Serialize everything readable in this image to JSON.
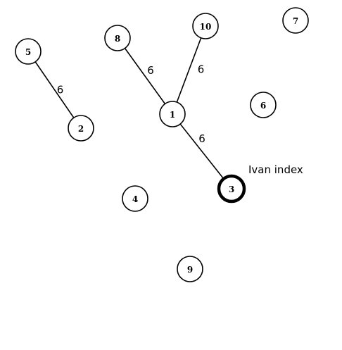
{
  "graph": {
    "nodes": [
      {
        "id": "1",
        "label": "1"
      },
      {
        "id": "2",
        "label": "2"
      },
      {
        "id": "3",
        "label": "3",
        "highlighted": true
      },
      {
        "id": "4",
        "label": "4"
      },
      {
        "id": "5",
        "label": "5"
      },
      {
        "id": "6",
        "label": "6"
      },
      {
        "id": "7",
        "label": "7"
      },
      {
        "id": "8",
        "label": "8"
      },
      {
        "id": "9",
        "label": "9"
      },
      {
        "id": "10",
        "label": "10"
      }
    ],
    "edges": [
      {
        "from": "5",
        "to": "2",
        "weight": "6"
      },
      {
        "from": "8",
        "to": "1",
        "weight": "6"
      },
      {
        "from": "10",
        "to": "1",
        "weight": "6"
      },
      {
        "from": "1",
        "to": "3",
        "weight": "6"
      }
    ],
    "annotation": {
      "target": "3",
      "text": "Ivan index"
    },
    "colors": {
      "stroke": "#000000",
      "fill": "#ffffff",
      "background": "#ffffff"
    }
  }
}
